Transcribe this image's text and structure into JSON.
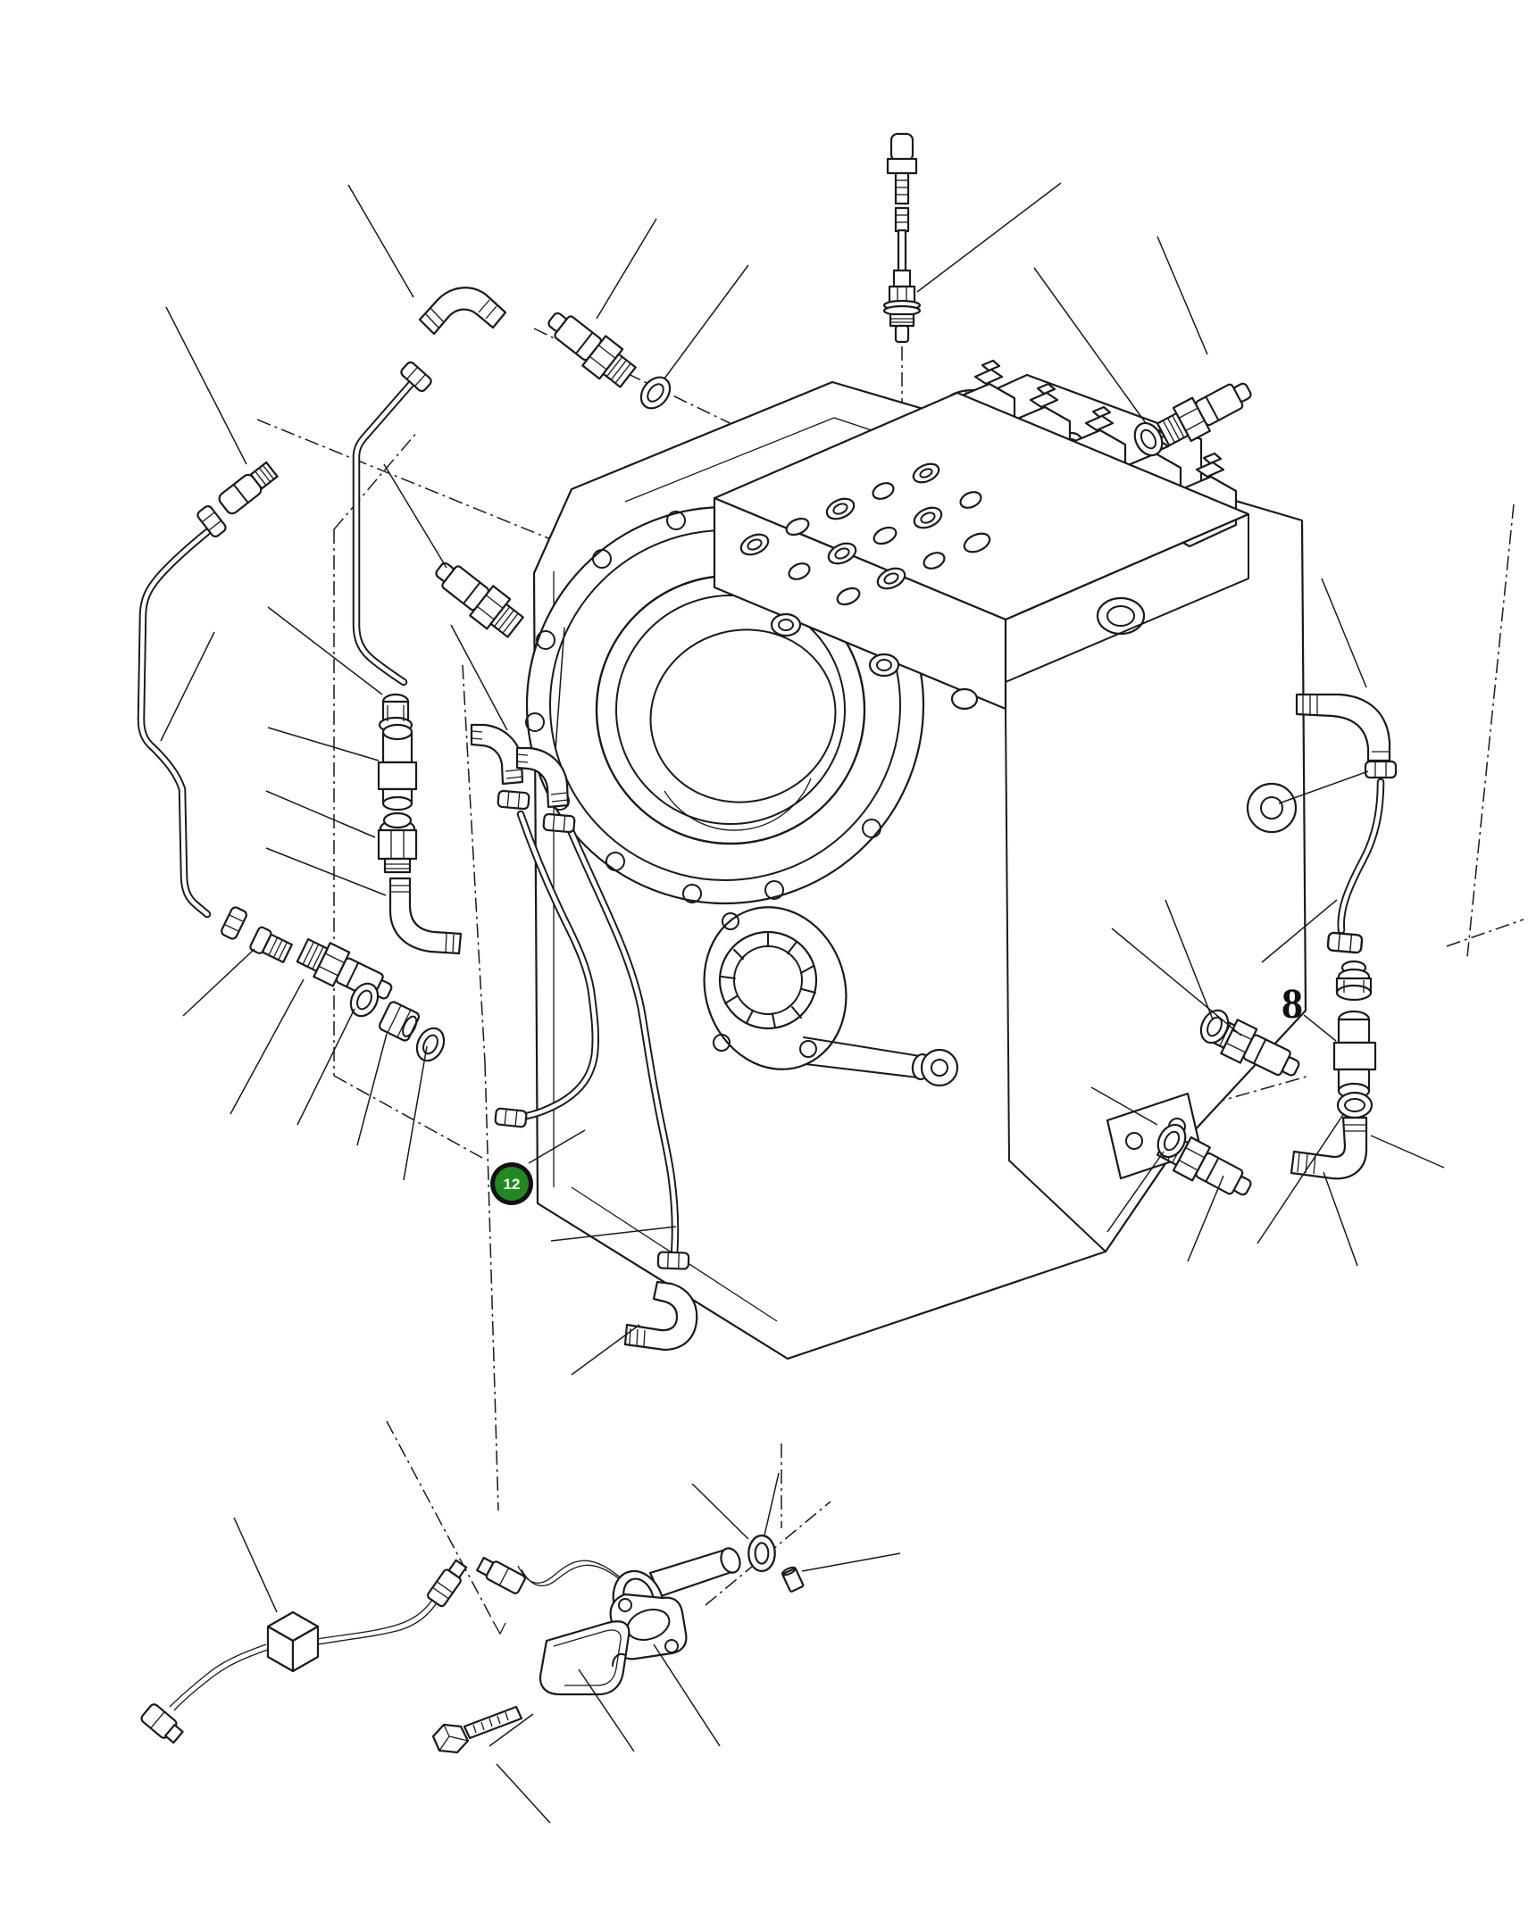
{
  "page": {
    "background": "#ffffff",
    "line_color": "#1a1a1a",
    "type_label": "exploded-parts-diagram"
  },
  "labels": {
    "highlighted_part_badge": "12",
    "part_number_8": "8"
  },
  "badge": {
    "fill": "#1f8b1f",
    "ring_color": "#111111",
    "text_color": "#ffffff"
  }
}
